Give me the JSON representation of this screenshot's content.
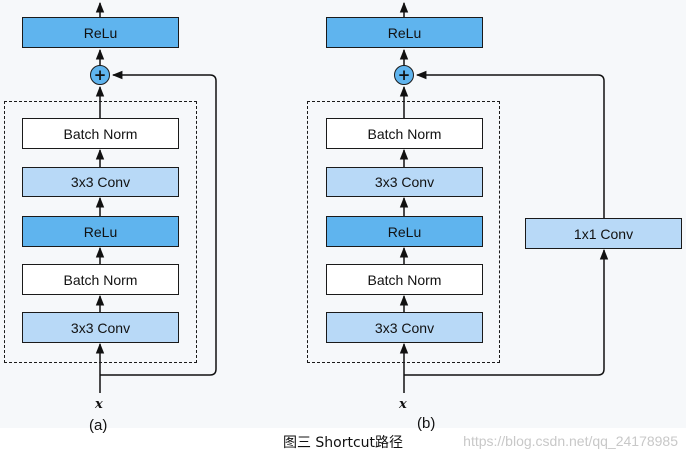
{
  "panel_a": {
    "label": "(a)",
    "top_relu": "ReLu",
    "add_symbol": "+",
    "stack": [
      "Batch Norm",
      "3x3 Conv",
      "ReLu",
      "Batch Norm",
      "3x3 Conv"
    ],
    "input": "x"
  },
  "panel_b": {
    "label": "(b)",
    "top_relu": "ReLu",
    "add_symbol": "+",
    "stack": [
      "Batch Norm",
      "3x3 Conv",
      "ReLu",
      "Batch Norm",
      "3x3 Conv"
    ],
    "shortcut": "1x1 Conv",
    "input": "x"
  },
  "caption": "图三 Shortcut路径",
  "watermark": "https://blog.csdn.net/qq_24178985",
  "colors": {
    "dark_blue": "#5fb4ee",
    "light_blue": "#b8d9f7",
    "background": "#f6f8fa"
  }
}
